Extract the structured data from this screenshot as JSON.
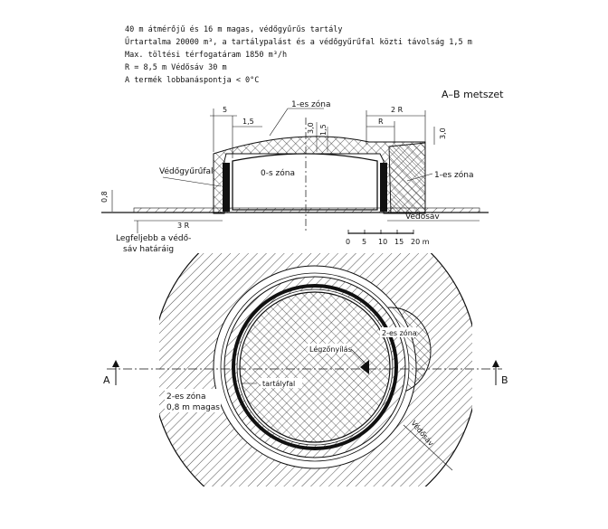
{
  "specs": [
    "40 m átmérőjű és 16 m magas, védőgyűrűs tartály",
    "Űrtartalma  20000 m³, a tartálypalást és a védőgyűrűfal közti távolság 1,5 m",
    "Max. töltési térfogatáram  1850 m³/h",
    "R = 8,5 m    Védősáv  30 m",
    "A termék lobbanáspontja  < 0°C"
  ],
  "section": {
    "title": "A–B metszet",
    "dim_5": "5",
    "dim_1_5_left": "1,5",
    "dim_3_0_top": "3,0",
    "dim_1_5_top": "1,5",
    "dim_2R": "2 R",
    "dim_R": "R",
    "dim_3_0_right": "3,0",
    "dim_0_8": "0,8",
    "dim_3R": "3 R",
    "zone1_top": "1-es zóna",
    "zone0": "0-s zóna",
    "zone1_right": "1-es zóna",
    "wall_label": "Védőgyűrűfal",
    "band_label": "Védősáv",
    "boundary_label": "Legfeljebb a védő-\nsáv határáig"
  },
  "scale": {
    "ticks": [
      "0",
      "5",
      "10",
      "15",
      "20 m"
    ],
    "values": [
      0,
      5,
      10,
      15,
      20
    ]
  },
  "plan": {
    "label_vent": "Légzőnyílás",
    "label_tank_wall": "tartályfal",
    "label_zone2_small": "2-es zóna",
    "label_zone2_big": "2-es zóna",
    "label_zone2_height": "0,8 m magas",
    "label_band": "Védősáv",
    "marker_a": "A",
    "marker_b": "B"
  },
  "colors": {
    "ink": "#111111",
    "fill_black": "#111111"
  }
}
